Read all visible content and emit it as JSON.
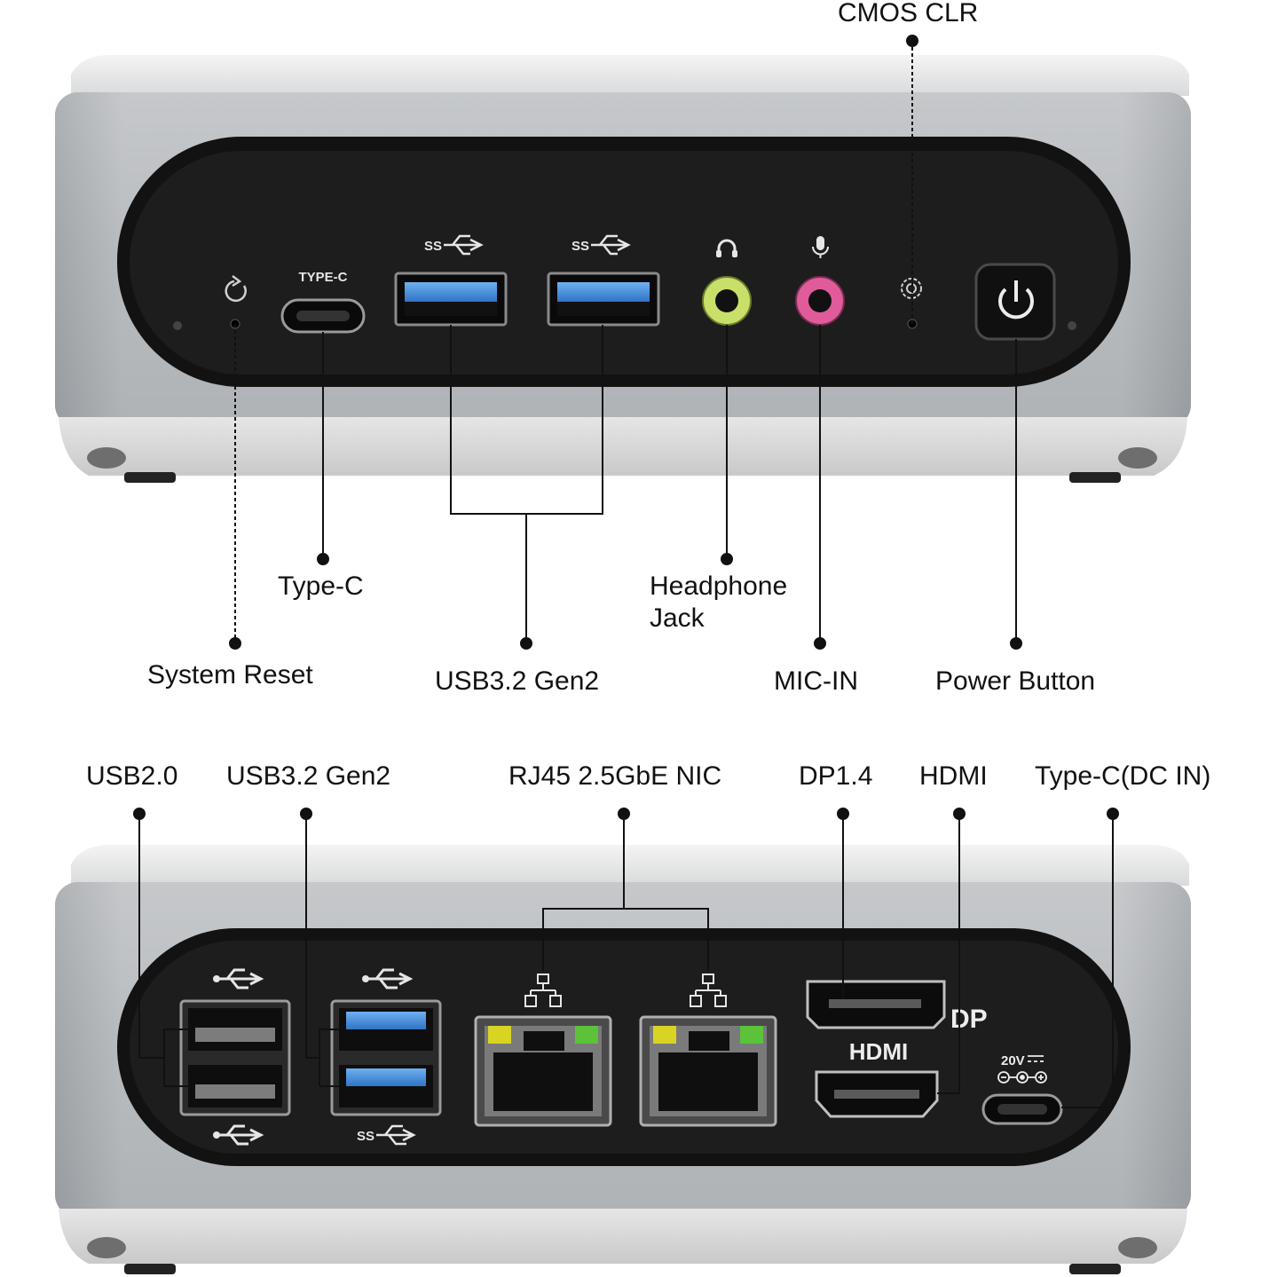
{
  "front_panel": {
    "port_labels": {
      "type_c": "TYPE-C",
      "ss_usb_1": "SS",
      "ss_usb_2": "SS"
    },
    "callouts": {
      "cmos_clr": "CMOS CLR",
      "type_c": "Type-C",
      "headphone_line1": "Headphone",
      "headphone_line2": "Jack",
      "system_reset": "System Reset",
      "usb32_gen2": "USB3.2 Gen2",
      "mic_in": "MIC-IN",
      "power_button": "Power Button"
    },
    "icons": [
      "reset-icon",
      "usb-icon",
      "headphone-icon",
      "microphone-icon",
      "cmos-gear-icon",
      "power-icon"
    ]
  },
  "rear_panel": {
    "port_labels": {
      "dp": "DP",
      "hdmi": "HDMI",
      "dc_voltage": "20V",
      "ss_usb": "SS"
    },
    "callouts": {
      "usb20": "USB2.0",
      "usb32_gen2": "USB3.2 Gen2",
      "rj45": "RJ45 2.5GbE NIC",
      "dp14": "DP1.4",
      "hdmi": "HDMI",
      "type_c_dc_in": "Type-C(DC IN)"
    },
    "icons": [
      "usb-icon",
      "network-icon",
      "dc-polarity-icon"
    ]
  },
  "colors": {
    "usb3_blue": "#3a86d8",
    "headphone_green": "#c8e06a",
    "mic_pink": "#e05b9a",
    "led_yellow": "#d9d423",
    "led_green": "#5bc23a",
    "chassis_silver": "#b8bbbe",
    "panel_black": "#1a1a1a"
  }
}
